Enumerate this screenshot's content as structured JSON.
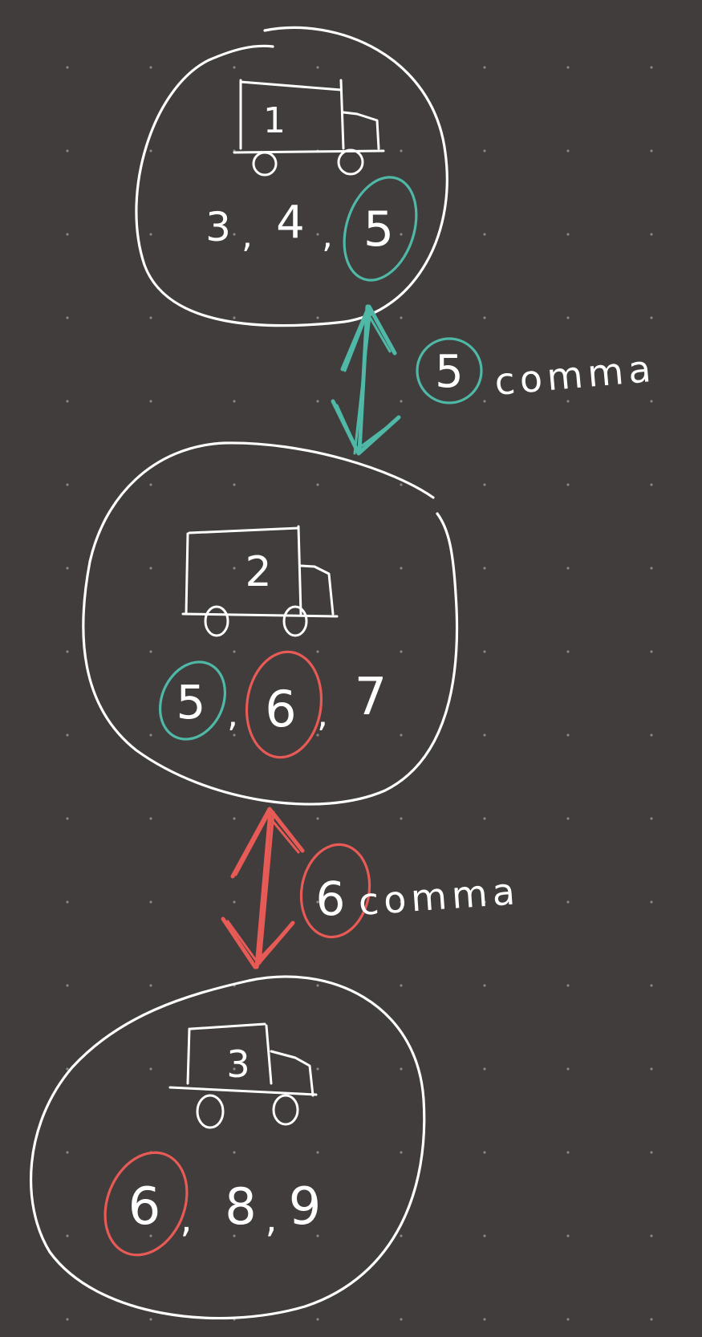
{
  "colors": {
    "background": "#403d3c",
    "dot": "#8a8583",
    "ink": "#ffffff",
    "teal": "#4fb8a6",
    "red": "#e85a55"
  },
  "nodes": [
    {
      "truck_number": "1",
      "items": [
        "3",
        ",",
        "4",
        ",",
        "5"
      ],
      "circled_item": "5",
      "circle_color": "teal"
    },
    {
      "truck_number": "2",
      "items": [
        "5",
        ",",
        "6",
        ",",
        "7"
      ],
      "circled_items": [
        "5",
        "6"
      ]
    },
    {
      "truck_number": "3",
      "items": [
        "6",
        ",",
        "8",
        ",",
        "9"
      ],
      "circled_item": "6",
      "circle_color": "red"
    }
  ],
  "links": [
    {
      "circled_number": "5",
      "label": "comma",
      "color": "teal"
    },
    {
      "circled_number": "6",
      "label": "comma",
      "color": "red"
    }
  ]
}
